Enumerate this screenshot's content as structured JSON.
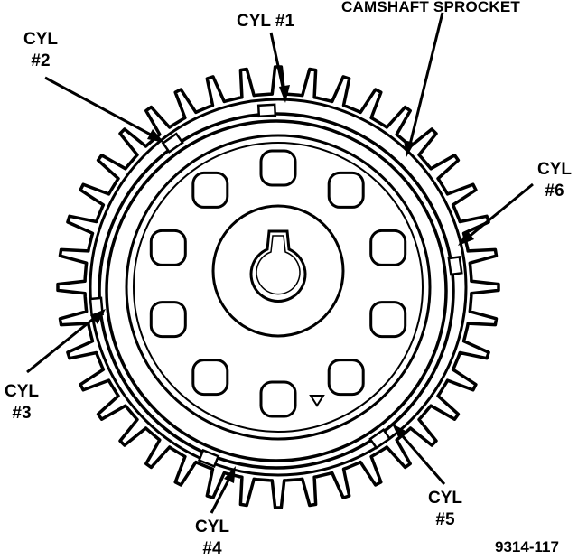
{
  "figure": {
    "title_label": "CAMSHAFT SPROCKET",
    "figure_ref": "9314-117"
  },
  "labels": {
    "cyl1": {
      "line1": "CYL #1"
    },
    "cyl2": {
      "line1": "CYL",
      "line2": "#2"
    },
    "cyl3": {
      "line1": "CYL",
      "line2": "#3"
    },
    "cyl4": {
      "line1": "CYL",
      "line2": "#4"
    },
    "cyl5": {
      "line1": "CYL",
      "line2": "#5"
    },
    "cyl6": {
      "line1": "CYL",
      "line2": "#6"
    }
  },
  "sprocket": {
    "tooth_count": 40,
    "bolt_holes": 10,
    "timing_mark": "triangle"
  },
  "colors": {
    "ink": "#000000",
    "paper": "#ffffff"
  }
}
